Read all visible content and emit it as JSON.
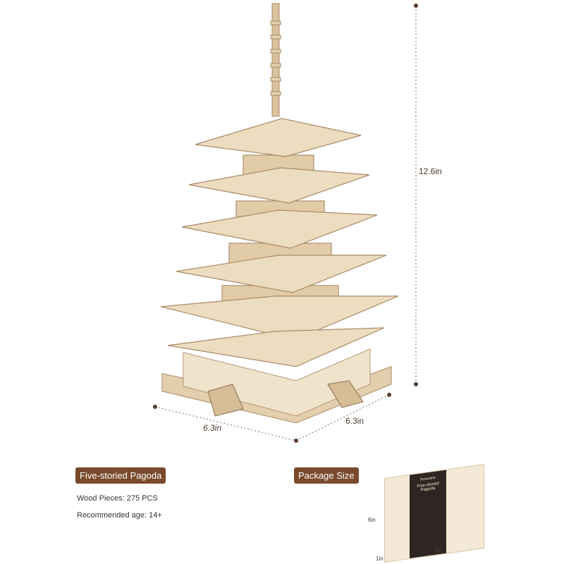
{
  "dimensions": {
    "height": "12.6in",
    "width_left": "6.3in",
    "width_right": "6.3in"
  },
  "product": {
    "badge": "Five-storied Pagoda",
    "wood_pieces": "Wood Pieces: 275 PCS",
    "age": "Recommended age: 14+"
  },
  "package": {
    "badge": "Package Size",
    "box_title": "Five-storied Pagoda",
    "brand": "Robotime",
    "height": "6in",
    "width": "9in",
    "depth": "1in"
  },
  "colors": {
    "badge": "#7a4a2c",
    "wood": "#e9d8bb",
    "dimension": "#6b4a33"
  }
}
